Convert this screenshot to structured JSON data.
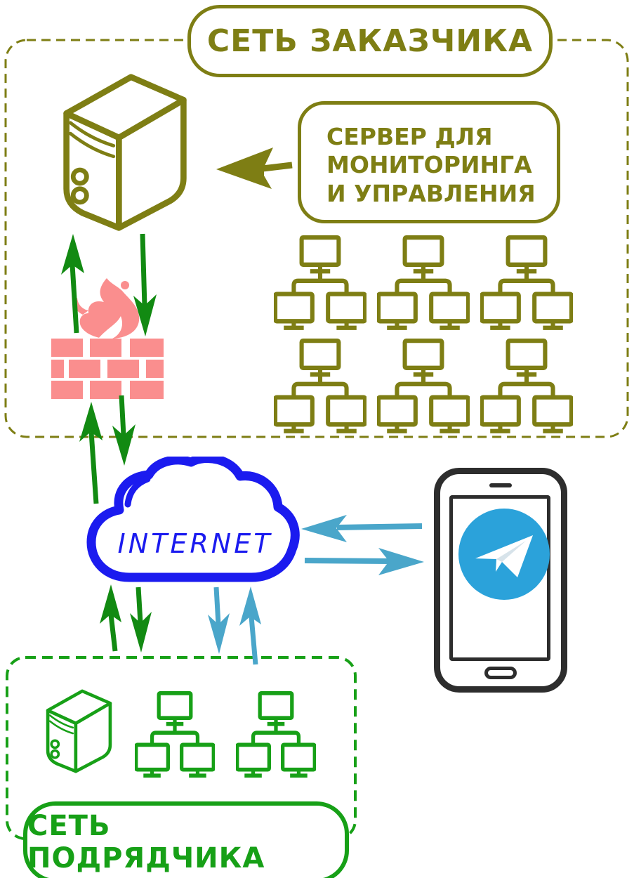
{
  "customer_network": {
    "title": "СЕТЬ ЗАКАЗЧИКА",
    "callout": {
      "line1": "СЕРВЕР ДЛЯ",
      "line2": "МОНИТОРИНГА",
      "line3": "И УПРАВЛЕНИЯ"
    },
    "workstation_cluster_count": 6,
    "monitors_per_cluster": 3
  },
  "internet_cloud": {
    "label": "INTERNET"
  },
  "contractor_network": {
    "title": "СЕТЬ ПОДРЯДЧИКА",
    "workstation_cluster_count": 2,
    "monitors_per_cluster": 3
  },
  "icons": {
    "customer_server": "tower-server-icon",
    "firewall": "firewall-bricks-flame-icon",
    "internet": "cloud-icon",
    "phone": "smartphone-icon",
    "messenger": "telegram-icon",
    "contractor_server": "tower-server-icon",
    "workstations": "monitor-cluster-icon"
  },
  "colors": {
    "customer_olive": "#7e7e14",
    "contractor_green": "#17a017",
    "arrow_green": "#128a12",
    "internet_blue": "#1b1bef",
    "cyan": "#4aa6ca",
    "firewall_pink": "#fa8e8e",
    "phone_dark": "#2d2d2d",
    "telegram_blue": "#2ba2da"
  }
}
